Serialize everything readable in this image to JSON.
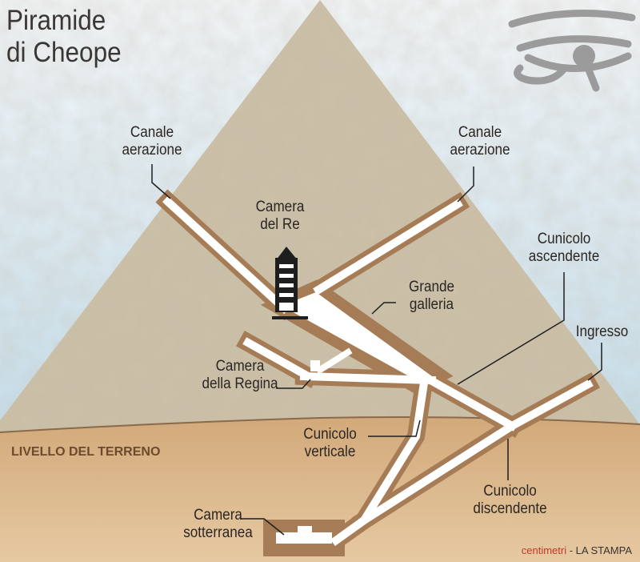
{
  "title_line1": "Piramide",
  "title_line2": "di Cheope",
  "ground_label": "LIVELLO DEL TERRENO",
  "labels": {
    "air_shaft_left": [
      "Canale",
      "aerazione"
    ],
    "air_shaft_right": [
      "Canale",
      "aerazione"
    ],
    "kings_chamber": [
      "Camera",
      "del Re"
    ],
    "ascending_passage": [
      "Cunicolo",
      "ascendente"
    ],
    "grand_gallery": [
      "Grande",
      "galleria"
    ],
    "entrance": [
      "Ingresso"
    ],
    "queens_chamber": [
      "Camera",
      "della Regina"
    ],
    "vertical_shaft": [
      "Cunicolo",
      "verticale"
    ],
    "descending_passage": [
      "Cunicolo",
      "discendente"
    ],
    "subterranean_chamber": [
      "Camera",
      "sotterranea"
    ]
  },
  "credit": {
    "brand": "centimetri",
    "source": " - LA STAMPA"
  },
  "colors": {
    "sky_top": "#eef5f9",
    "sky_bottom": "#b7d8ea",
    "stone": "#cbbfa6",
    "ground": "#d9b68c",
    "passage_edge": "#a67c56",
    "eye": "#9b9b9b"
  }
}
